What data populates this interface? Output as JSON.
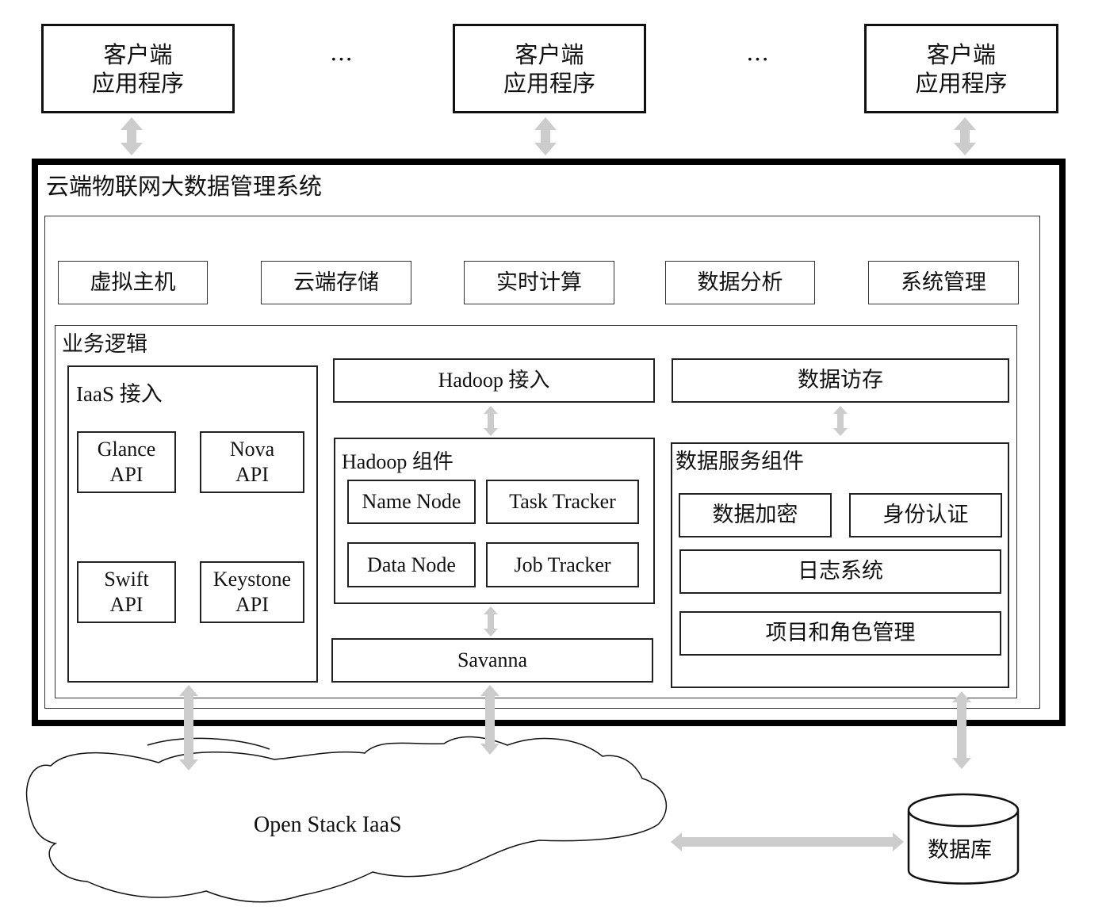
{
  "clients": [
    {
      "line1": "客户端",
      "line2": "应用程序"
    },
    {
      "line1": "客户端",
      "line2": "应用程序"
    },
    {
      "line1": "客户端",
      "line2": "应用程序"
    }
  ],
  "ellipsis": "…",
  "system": {
    "title": "云端物联网大数据管理系统",
    "services": [
      "虚拟主机",
      "云端存储",
      "实时计算",
      "数据分析",
      "系统管理"
    ],
    "business_logic": {
      "title": "业务逻辑",
      "iaas": {
        "title": "IaaS 接入",
        "apis": [
          {
            "line1": "Glance",
            "line2": "API"
          },
          {
            "line1": "Nova",
            "line2": "API"
          },
          {
            "line1": "Swift",
            "line2": "API"
          },
          {
            "line1": "Keystone",
            "line2": "API"
          }
        ]
      },
      "hadoop": {
        "access": "Hadoop 接入",
        "components_title": "Hadoop 组件",
        "components": [
          "Name Node",
          "Task Tracker",
          "Data Node",
          "Job Tracker"
        ],
        "savanna": "Savanna"
      },
      "data": {
        "access": "数据访存",
        "services_title": "数据服务组件",
        "encryption": "数据加密",
        "authentication": "身份认证",
        "logging": "日志系统",
        "project_role": "项目和角色管理"
      }
    }
  },
  "openstack": "Open Stack IaaS",
  "database": "数据库",
  "colors": {
    "arrow": "#cccccc",
    "border": "#111111"
  }
}
